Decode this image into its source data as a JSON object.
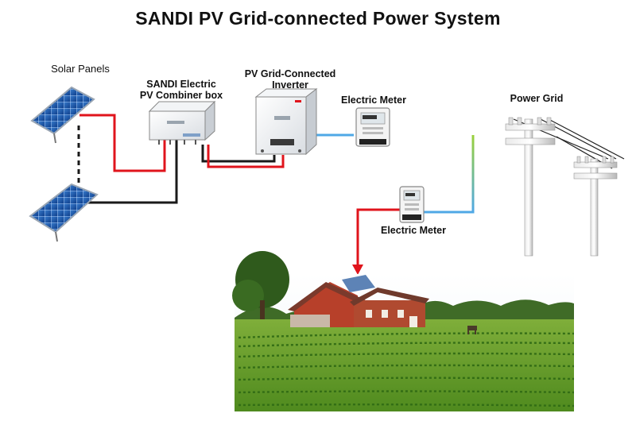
{
  "title": "SANDI PV Grid-connected Power System",
  "labels": {
    "solar_panels": "Solar Panels",
    "combiner_line1": "SANDI Electric",
    "combiner_line2": "PV Combiner box",
    "inverter_line1": "PV Grid-Connected",
    "inverter_line2": "Inverter",
    "meter_top": "Electric Meter",
    "meter_bottom": "Electric Meter",
    "power_grid": "Power Grid"
  },
  "colors": {
    "dc_positive": "#e0141c",
    "dc_negative": "#1a1a1a",
    "ac_line_start": "#5ab0e8",
    "ac_line_end": "#8ccc3a",
    "feed_line": "#e0141c"
  }
}
